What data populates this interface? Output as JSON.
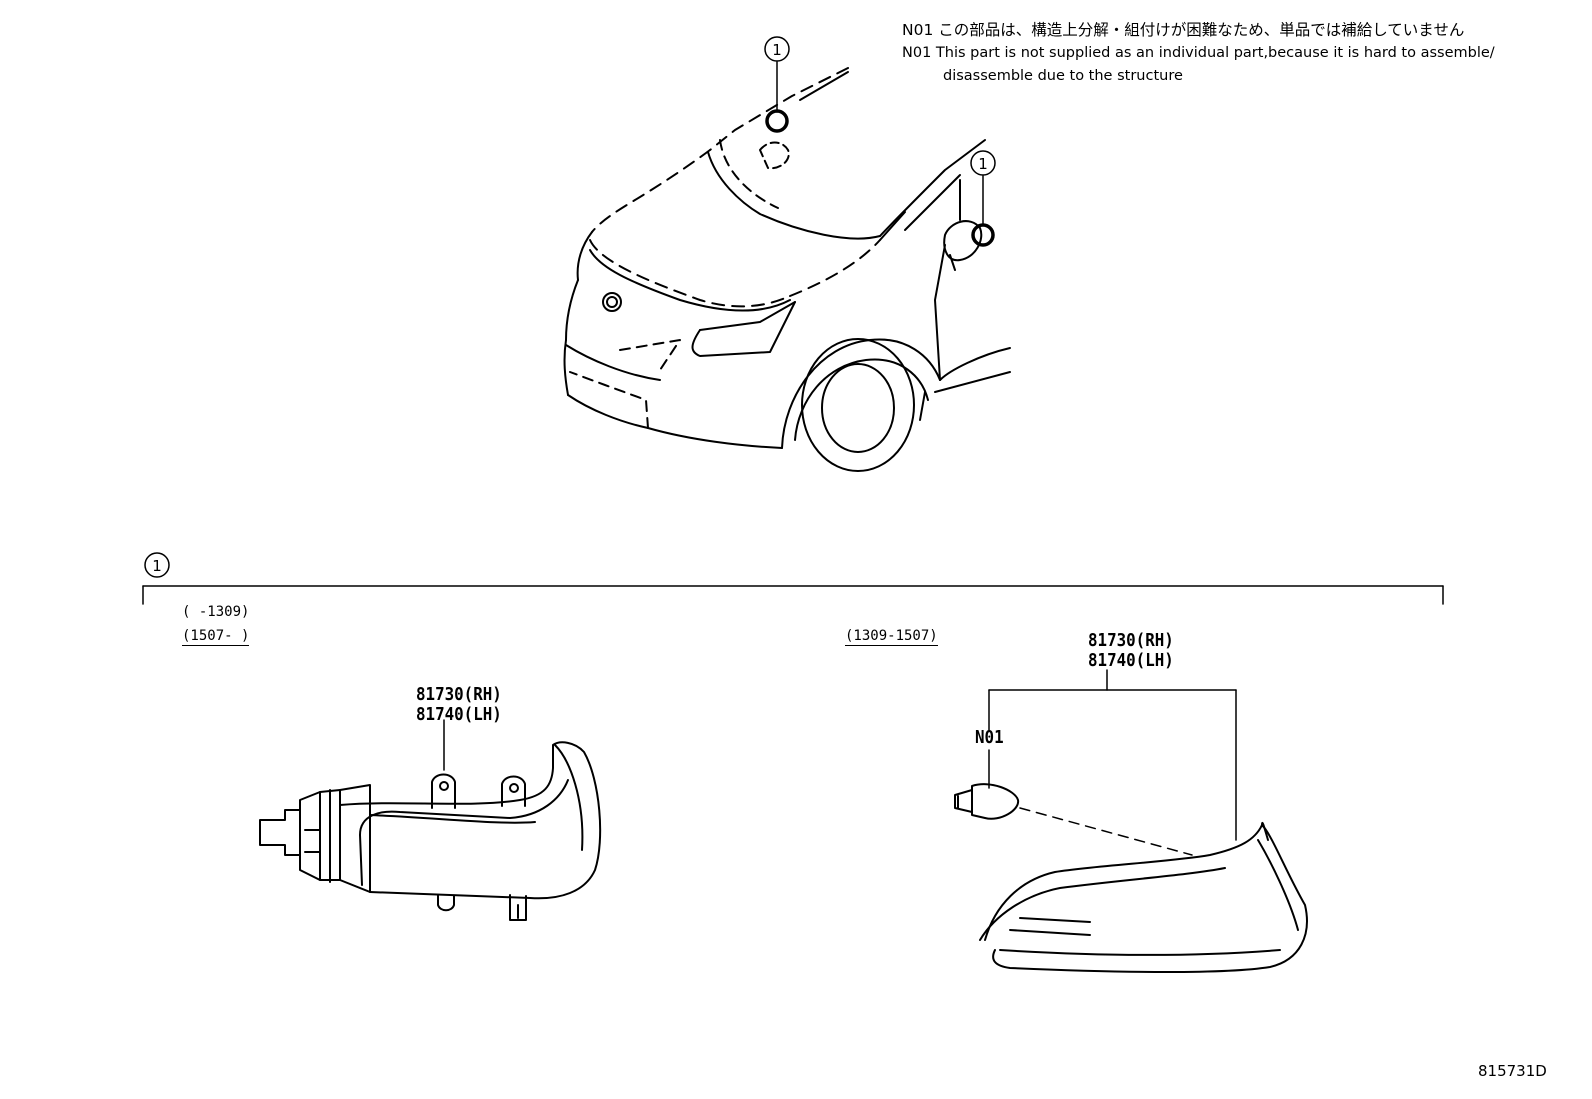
{
  "notes": {
    "n01_code_jp": "N01",
    "n01_jp": "この部品は、構造上分解・組付けが困難なため、単品では補給していません",
    "n01_code_en": "N01",
    "n01_en_line1": "This part is not supplied as an individual part,because it is hard to assemble/",
    "n01_en_line2": "disassemble due to the structure"
  },
  "callouts": {
    "ref_number": "1"
  },
  "left_variant": {
    "period_1": "(      -1309)",
    "period_2": "(1507-      )",
    "part_rh": "81730(RH)",
    "part_lh": "81740(LH)"
  },
  "right_variant": {
    "period": "(1309-1507)",
    "part_rh": "81730(RH)",
    "part_lh": "81740(LH)",
    "note_ref": "N01"
  },
  "drawing_code": "815731D"
}
